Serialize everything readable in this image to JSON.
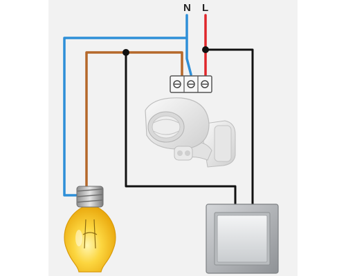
{
  "labels": {
    "neutral": "N",
    "live": "L"
  },
  "colors": {
    "background": "#f2f2f2",
    "neutral_wire": "#2e8fd8",
    "live_wire": "#e0262b",
    "switched_wire": "#b5682a",
    "black_wire": "#111111",
    "bulb_glass": "#f7c21b",
    "switch_frame": "#a8aaad"
  },
  "components": [
    "terminal-block",
    "motion-sensor",
    "light-bulb",
    "wall-switch"
  ]
}
